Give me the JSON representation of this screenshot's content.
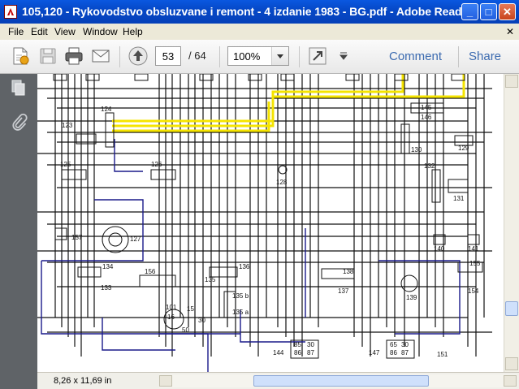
{
  "window": {
    "title": "105,120 - Rykovodstvo obsluzvane i remont - 4 izdanie 1983 - BG.pdf - Adobe Reader",
    "minimize_glyph": "_",
    "maximize_glyph": "□",
    "close_glyph": "✕"
  },
  "menu": {
    "items": [
      "File",
      "Edit",
      "View",
      "Window",
      "Help"
    ],
    "close_glyph": "✕"
  },
  "toolbar": {
    "current_page": "53",
    "total_pages": "/ 64",
    "zoom": "100%",
    "comment_label": "Comment",
    "share_label": "Share"
  },
  "diagram": {
    "labels": [
      "124",
      "123",
      "125",
      "126",
      "128",
      "129",
      "130",
      "145",
      "146",
      "132",
      "131",
      "157",
      "127",
      "134",
      "133",
      "156",
      "136",
      "135",
      "101",
      "135 b",
      "135 a",
      "138",
      "137",
      "139",
      "140",
      "141",
      "155",
      "154",
      "144",
      "147",
      "151",
      "16",
      "15",
      "30",
      "50",
      "85",
      "86",
      "30",
      "87",
      "65",
      "86",
      "30",
      "87"
    ]
  },
  "status": {
    "page_size": "8,26 x 11,69 in"
  },
  "colors": {
    "titlebar": "#0649c8",
    "wire_yellow": "#f5e400",
    "wire_blue": "#1a1a8a",
    "panel": "#5f6367",
    "link": "#3c6bb0"
  }
}
